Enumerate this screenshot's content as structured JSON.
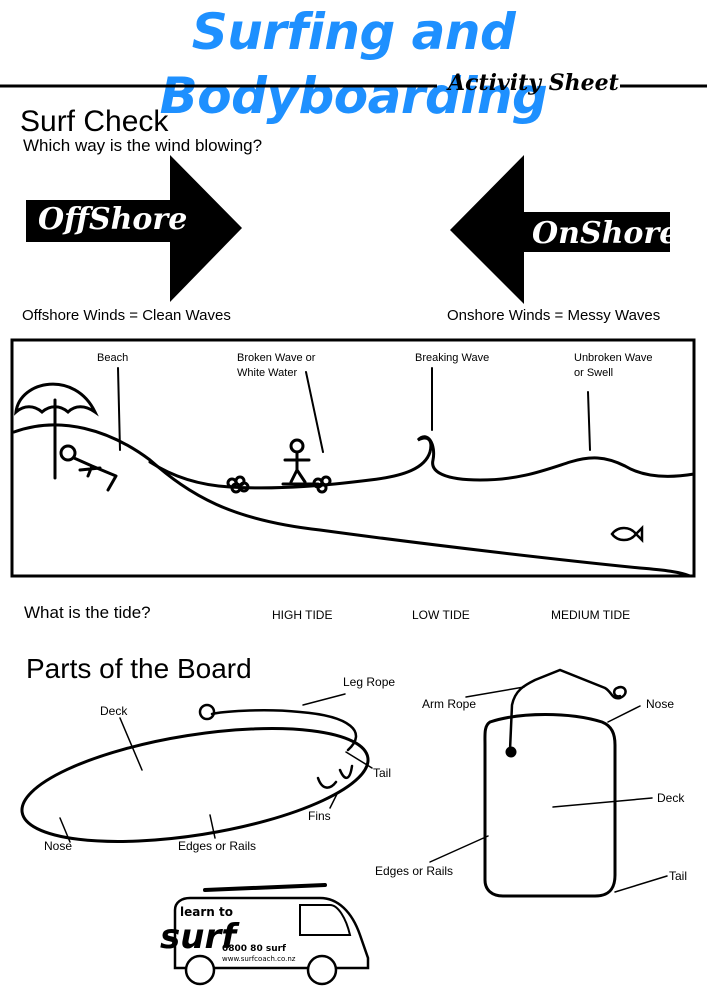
{
  "header": {
    "title": "Surfing and Bodyboarding",
    "subtitle": "Activity Sheet"
  },
  "surf_check": {
    "heading": "Surf Check",
    "question": "Which way is the wind blowing?",
    "offshore_label": "OffShore",
    "onshore_label": "OnShore",
    "offshore_caption": "Offshore Winds = Clean Waves",
    "onshore_caption": "Onshore Winds = Messy Waves"
  },
  "beach_diagram": {
    "labels": {
      "beach": "Beach",
      "broken_wave_1": "Broken Wave or",
      "broken_wave_2": "White Water",
      "breaking_wave": "Breaking Wave",
      "unbroken_1": "Unbroken Wave",
      "unbroken_2": "or Swell"
    }
  },
  "tide": {
    "question": "What is the tide?",
    "options": [
      "HIGH TIDE",
      "LOW TIDE",
      "MEDIUM TIDE"
    ]
  },
  "board": {
    "heading": "Parts of the Board",
    "surfboard": {
      "deck": "Deck",
      "leg_rope": "Leg Rope",
      "tail": "Tail",
      "fins": "Fins",
      "nose": "Nose",
      "edges": "Edges or Rails"
    },
    "bodyboard": {
      "arm_rope": "Arm Rope",
      "nose": "Nose",
      "deck": "Deck",
      "edges": "Edges or Rails",
      "tail": "Tail"
    }
  },
  "logo": {
    "line1": "learn to",
    "line2": "surf",
    "phone": "0800 80 surf",
    "web": "www.surfcoach.co.nz"
  }
}
